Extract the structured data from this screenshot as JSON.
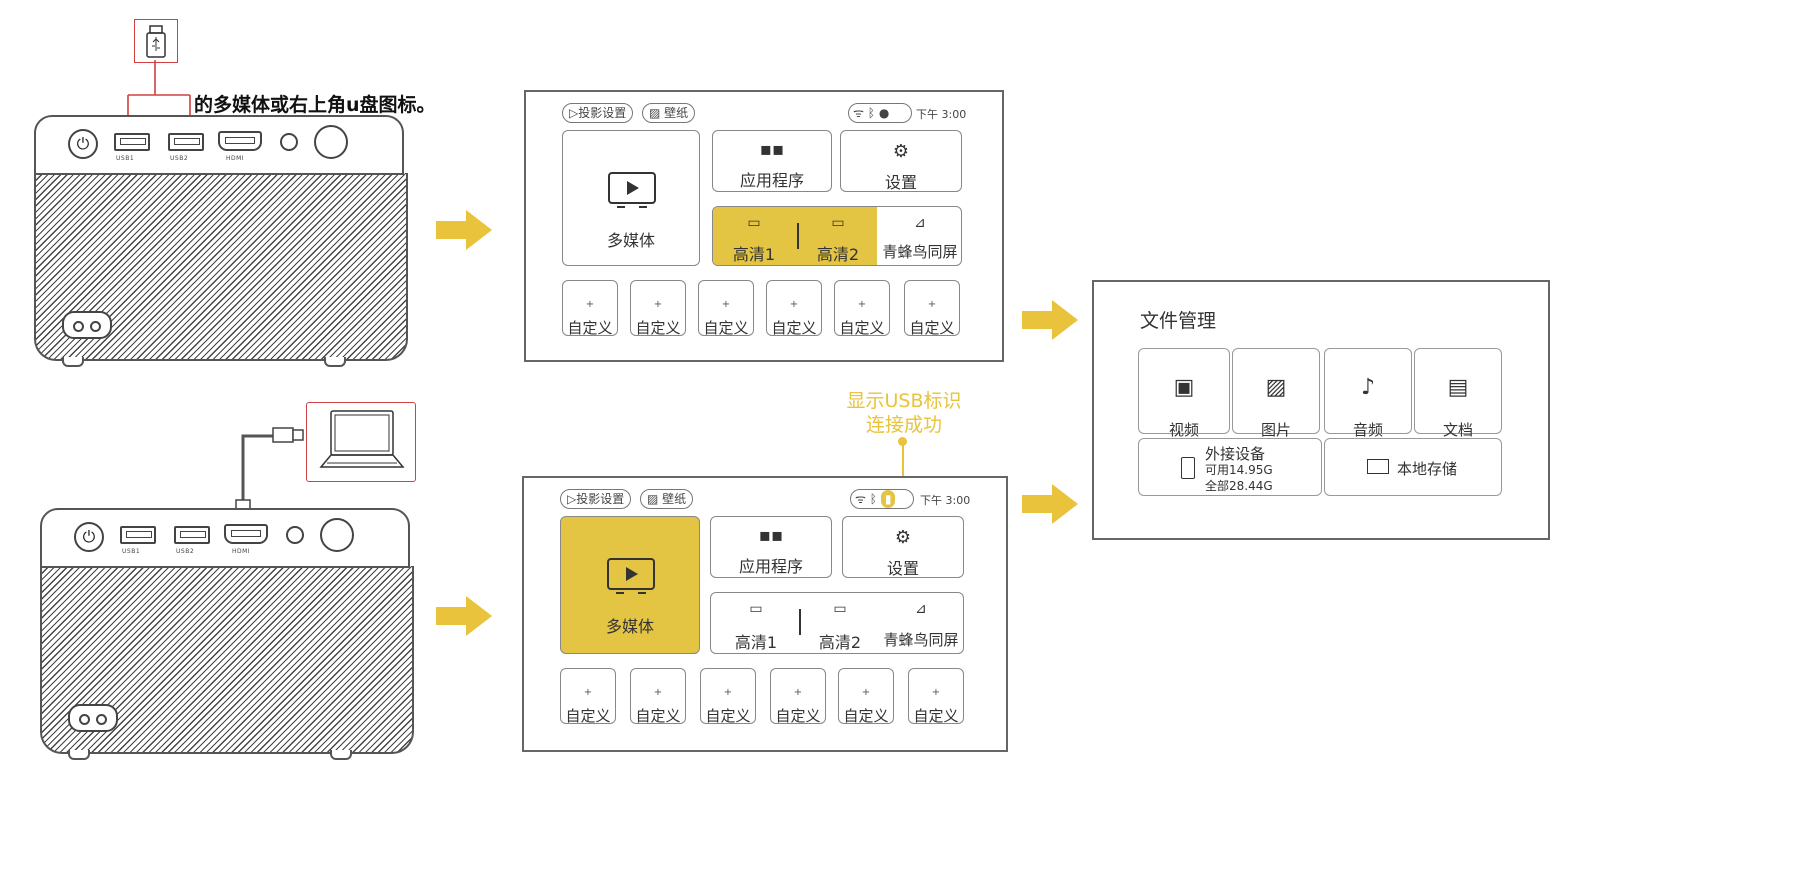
{
  "top_caption": "的多媒体或右上角u盘图标。",
  "port_labels": [
    "USB1",
    "USB2",
    "HDMI"
  ],
  "callout": {
    "line1": "显示USB标识",
    "line2": "连接成功",
    "color": "#e8c33b"
  },
  "ui": {
    "pill_projection": "投影设置",
    "pill_wallpaper": "壁纸",
    "time": "下午 3:00",
    "media": "多媒体",
    "apps": "应用程序",
    "settings": "设置",
    "hdmi1": "高清1",
    "hdmi2": "高清2",
    "screencast": "青蜂鸟同屏",
    "custom_plus": "+",
    "custom": [
      "自定义",
      "自定义",
      "自定义",
      "自定义",
      "自定义",
      "自定义"
    ]
  },
  "file_manager": {
    "title": "文件管理",
    "tiles": [
      "视频",
      "图片",
      "音频",
      "文档"
    ],
    "external": {
      "label": "外接设备",
      "available": "可用14.95G",
      "total": "全部28.44G"
    },
    "local": "本地存储"
  },
  "colors": {
    "highlight": "#e3c443",
    "arrow": "#e8c33b",
    "usb_box": "#d04040"
  }
}
